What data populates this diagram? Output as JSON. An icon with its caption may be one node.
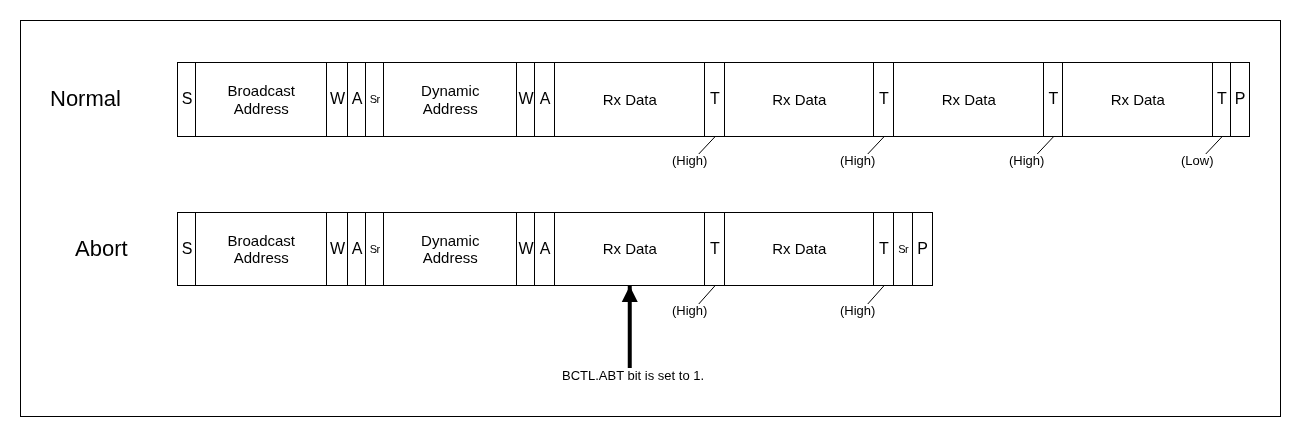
{
  "diagram": {
    "nodes": [
      {
        "text": [
          "S"
        ]
      },
      {
        "text": [
          "Broadcast Address"
        ]
      },
      {
        "text": [
          "W"
        ]
      },
      {
        "text": [
          "A"
        ]
      },
      {
        "text": [
          "Sr"
        ]
      },
      {
        "text": [
          "Dynamic Address"
        ]
      },
      {
        "text": [
          "W"
        ]
      },
      {
        "text": [
          "A"
        ]
      },
      {
        "text": [
          "Rx Data"
        ]
      },
      {
        "text": [
          "T"
        ]
      },
      {
        "text": [
          "Rx Data"
        ]
      },
      {
        "text": [
          "T"
        ]
      },
      {
        "text": [
          "Rx Data"
        ]
      },
      {
        "text": [
          "T"
        ]
      },
      {
        "text": [
          "Rx Data"
        ]
      },
      {
        "text": [
          "T"
        ]
      },
      {
        "text": [
          "P"
        ]
      },
      {
        "text": [
          "(High)"
        ]
      },
      {
        "text": [
          "(High)"
        ]
      },
      {
        "text": [
          "(High)"
        ]
      },
      {
        "text": [
          "(Low)"
        ]
      },
      {
        "text": [
          "S"
        ]
      },
      {
        "text": [
          "Broadcast Address"
        ]
      },
      {
        "text": [
          "W"
        ]
      },
      {
        "text": [
          "A"
        ]
      },
      {
        "text": [
          "Sr"
        ]
      },
      {
        "text": [
          "Dynamic Address"
        ]
      },
      {
        "text": [
          "W"
        ]
      },
      {
        "text": [
          "A"
        ]
      },
      {
        "text": [
          "Rx Data"
        ]
      },
      {
        "text": [
          "T"
        ]
      },
      {
        "text": [
          "Rx Data"
        ]
      },
      {
        "text": [
          "T"
        ]
      },
      {
        "text": [
          "Sr"
        ]
      },
      {
        "text": [
          "P"
        ]
      },
      {
        "text": [
          "(High)"
        ]
      },
      {
        "text": [
          "(High)"
        ]
      },
      {
        "text": [
          "BCTL.ABT bit is set to 1."
        ]
      }
    ],
    "edges": [
      {
        "from": 17,
        "to": 9,
        "arrow": "none"
      },
      {
        "from": 18,
        "to": 11,
        "arrow": "none"
      },
      {
        "from": 19,
        "to": 13,
        "arrow": "none"
      },
      {
        "from": 20,
        "to": 15,
        "arrow": "none"
      },
      {
        "from": 35,
        "to": 30,
        "arrow": "none"
      },
      {
        "from": 36,
        "to": 32,
        "arrow": "none"
      },
      {
        "from": 37,
        "to": 29,
        "arrow": "to",
        "style": "thick"
      }
    ],
    "labels": [
      "Normal",
      "Abort"
    ]
  }
}
